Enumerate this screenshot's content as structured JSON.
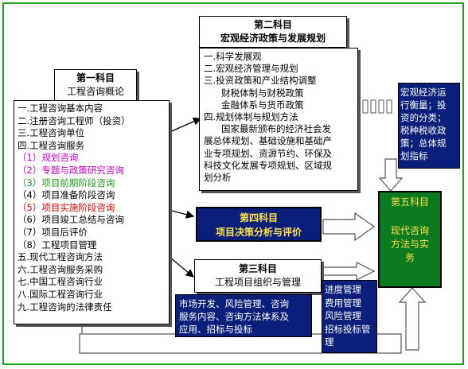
{
  "subject1": {
    "title_line1": "第一科目",
    "title_line2": "工程咨询概论",
    "items": [
      {
        "text": "一.工程咨询基本内容",
        "color": "#000000"
      },
      {
        "text": "二.注册咨询工程师（投资）",
        "color": "#000000"
      },
      {
        "text": "三.工程咨询单位",
        "color": "#000000"
      },
      {
        "text": "四.工程咨询服务",
        "color": "#000000"
      },
      {
        "text": "（1）规划咨询",
        "color": "#cc00cc"
      },
      {
        "text": "（2）专题与政策研究咨询",
        "color": "#cc00cc"
      },
      {
        "text": "（3）项目前期阶段咨询",
        "color": "#1a9a1a"
      },
      {
        "text": "（4）项目准备阶段咨询",
        "color": "#000000"
      },
      {
        "text": "（5）项目实施阶段咨询",
        "color": "#dd0000"
      },
      {
        "text": "（6）项目竣工总结与咨询",
        "color": "#000000"
      },
      {
        "text": "（7）项目后评价",
        "color": "#000000"
      },
      {
        "text": "（8）工程项目管理",
        "color": "#000000"
      },
      {
        "text": "五.现代工程咨询方法",
        "color": "#000000"
      },
      {
        "text": "六.工程咨询服务采购",
        "color": "#000000"
      },
      {
        "text": "七.中国工程咨询行业",
        "color": "#000000"
      },
      {
        "text": "八.国际工程咨询行业",
        "color": "#000000"
      },
      {
        "text": "九.工程咨询的法律责任",
        "color": "#000000"
      }
    ]
  },
  "subject2": {
    "title_line1": "第二科目",
    "title_line2": "宏观经济政策与发展规划",
    "items": [
      "一.科学发展观",
      "二.宏观经济管理与规划",
      "三.投资政策和产业结构调整",
      "财税体制与财税政策",
      "金融体系与货币政策",
      "四.规划体制与规划方法",
      "国家最新颁布的经济社会发",
      "展总体规划、基础设施和基础产",
      "业专项规划、资源节约、环保及",
      "科技文化发展专项规划、区域规",
      "划分析"
    ]
  },
  "subject2_note": {
    "lines": [
      "宏观经济运",
      "行衡量；投",
      "资的分类；",
      "税种税收政",
      "策；总体规",
      "划指标"
    ]
  },
  "subject3": {
    "title_line1": "第三科目",
    "title_line2": "工程项目组织与管理"
  },
  "subject3_note": {
    "lines": [
      "市场开发、风险管理、咨询",
      "服务内容、咨询方法体系及",
      "应用、招标与投标"
    ]
  },
  "subject3_right_note": {
    "lines": [
      "进度管理",
      "费用管理",
      "风险管理",
      "招标投标管",
      "理"
    ]
  },
  "subject4": {
    "title_line1": "第四科目",
    "title_line2": "项目决策分析与评价"
  },
  "subject5": {
    "title_line1": "第五科目",
    "title_line2": "现代咨询",
    "title_line3": "方法与实",
    "title_line4": "务"
  },
  "colors": {
    "frame": "#1fa01f",
    "navy": "#0a1f7a",
    "green_box": "#0c7a1e",
    "accent_yellow": "#ffe14d"
  }
}
